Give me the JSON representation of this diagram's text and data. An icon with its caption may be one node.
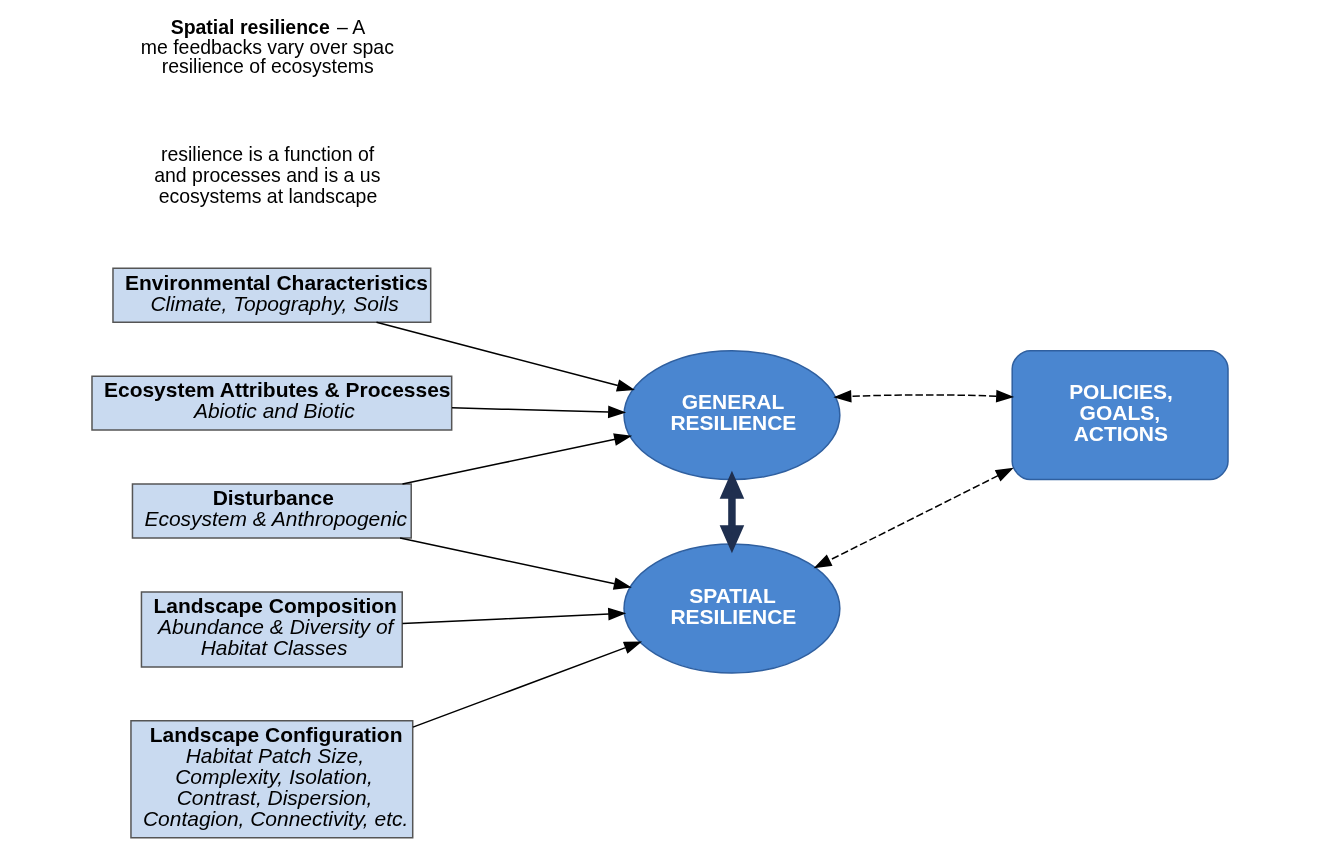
{
  "diagram": {
    "nodes": [
      {
        "text": [
          "Environmental Characteristics",
          "Climate, Topography, Soils"
        ]
      },
      {
        "text": [
          "Ecosystem Attributes & Processes",
          "Abiotic and Biotic"
        ]
      },
      {
        "text": [
          "Disturbance",
          "Ecosystem & Anthropogenic"
        ]
      },
      {
        "text": [
          "Landscape Composition",
          "Abundance & Diversity of Habitat Classes"
        ]
      },
      {
        "text": [
          "Landscape Configuration",
          "Habitat Patch Size, Complexity, Isolation, Contrast, Dispersion, Contagion, Connectivity, etc."
        ]
      },
      {
        "text": [
          "GENERAL RESILIENCE"
        ]
      },
      {
        "text": [
          "SPATIAL RESILIENCE"
        ]
      },
      {
        "text": [
          "POLICIES, GOALS, ACTIONS"
        ]
      }
    ],
    "edges": [
      {
        "from": 0,
        "to": 5,
        "arrow": "to"
      },
      {
        "from": 1,
        "to": 5,
        "arrow": "to"
      },
      {
        "from": 2,
        "to": 5,
        "arrow": "to"
      },
      {
        "from": 2,
        "to": 6,
        "arrow": "to"
      },
      {
        "from": 3,
        "to": 6,
        "arrow": "to"
      },
      {
        "from": 4,
        "to": 6,
        "arrow": "to"
      },
      {
        "from": 5,
        "to": 6,
        "arrow": "both",
        "style": "thick",
        "color": "#1f2f4f"
      },
      {
        "from": 7,
        "to": 5,
        "arrow": "both",
        "style": "dashed"
      },
      {
        "from": 7,
        "to": 6,
        "arrow": "both",
        "style": "dashed"
      }
    ],
    "labels": [
      "resilience is a function of and processes and is a us ecosystems at landscape",
      "**Spatial resilience** – A me feedbacks vary over spac resilience of ecosystems"
    ]
  }
}
